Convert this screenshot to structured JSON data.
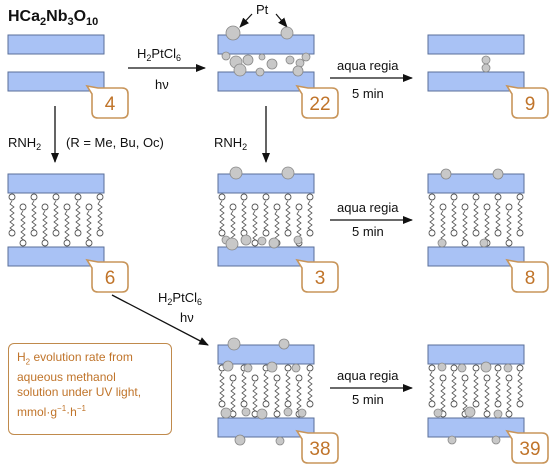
{
  "compound": {
    "prefix": "HCa",
    "sub1": "2",
    "middle": "Nb",
    "sub2": "3",
    "mid2": "O",
    "sub3": "10"
  },
  "reagents": {
    "pt_formula": "H2PtCl6",
    "hv": "hν",
    "aqua_regia": "aqua regia",
    "time": "5 min",
    "amine": "RNH2",
    "r_groups": "(R = Me, Bu, Oc)",
    "pt_label": "Pt"
  },
  "rates": {
    "pristine": "4",
    "pt_on_pristine": "22",
    "pristine_etched": "9",
    "amine": "6",
    "pt_then_amine": "3",
    "pt_then_amine_etched": "8",
    "amine_then_pt": "38",
    "amine_then_pt_etched": "39"
  },
  "legend": {
    "line1_a": "H",
    "line1_sub": "2",
    "line1_b": " evolution rate from",
    "line2": "aqueous methanol",
    "line3": "solution under UV light,",
    "line4_a": "mmol·g",
    "line4_sup1": "−1",
    "line4_b": "·h",
    "line4_sup2": "−1"
  },
  "colors": {
    "slab_fill": "#a9c2f5",
    "slab_stroke": "#5a6f99",
    "particle": "#c8c8c8",
    "badge_stroke": "#c8955a",
    "badge_text": "#c0742a"
  }
}
